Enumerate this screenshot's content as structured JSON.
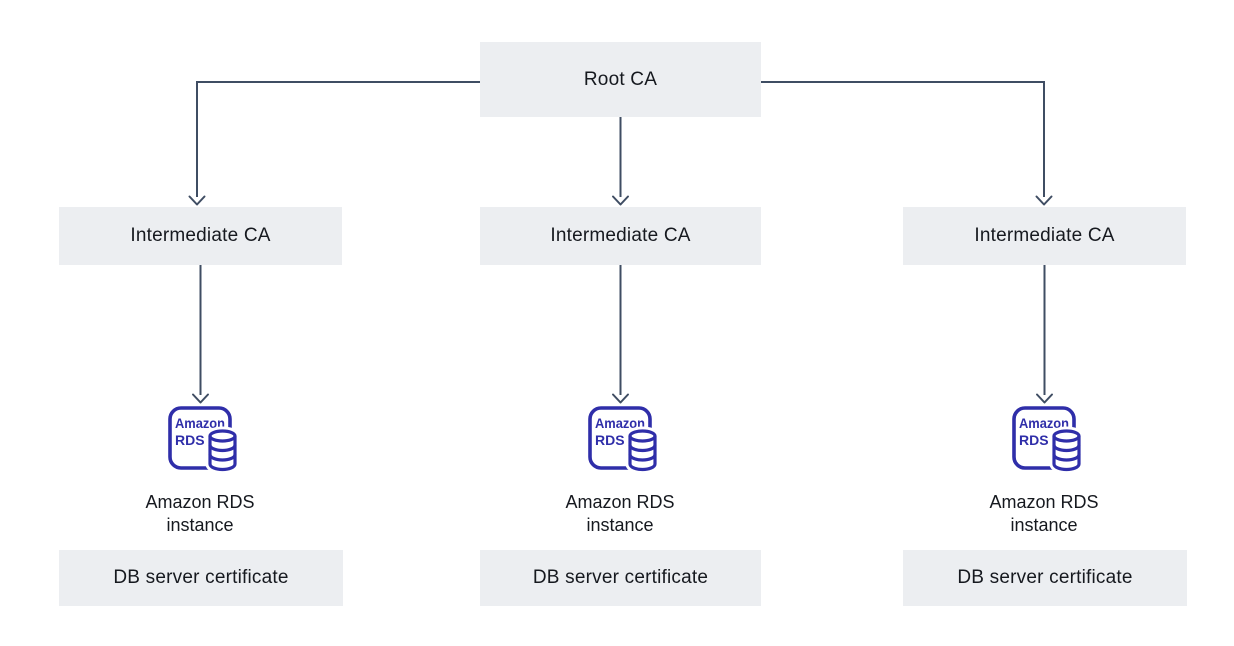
{
  "colors": {
    "box_bg": "#ECEEF1",
    "connector": "#3F4D63",
    "icon": "#2F2EA9",
    "text": "#16191F"
  },
  "diagram": {
    "root_label": "Root CA",
    "columns": [
      {
        "intermediate_label": "Intermediate CA",
        "icon_line1": "Amazon",
        "icon_line2": "RDS",
        "caption_line1": "Amazon RDS",
        "caption_line2": "instance",
        "certificate_label": "DB server certificate"
      },
      {
        "intermediate_label": "Intermediate CA",
        "icon_line1": "Amazon",
        "icon_line2": "RDS",
        "caption_line1": "Amazon RDS",
        "caption_line2": "instance",
        "certificate_label": "DB server certificate"
      },
      {
        "intermediate_label": "Intermediate CA",
        "icon_line1": "Amazon",
        "icon_line2": "RDS",
        "caption_line1": "Amazon RDS",
        "caption_line2": "instance",
        "certificate_label": "DB server certificate"
      }
    ]
  }
}
